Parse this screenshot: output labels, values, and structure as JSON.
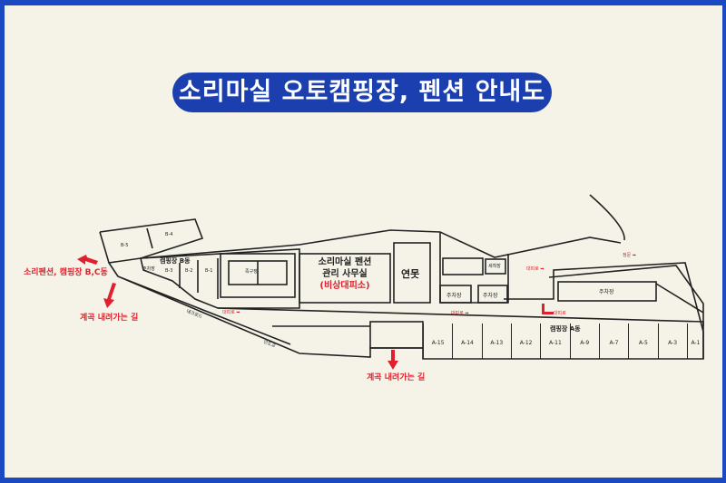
{
  "title": "소리마실 오토캠핑장, 펜션 안내도",
  "labels": {
    "office_line1": "소리마실 펜션",
    "office_line2": "관리 사무실",
    "shelter": "(비상대피소)",
    "pond": "연못",
    "campsite_b": "캠핑장 B동",
    "campsite_a": "캠핑장 A동",
    "soccer": "족구장",
    "parking": "주차장",
    "wash": "세척장",
    "deck": "데크로드",
    "bridge": "인도교",
    "to_bc": "소리펜션, 캠핑장 B,C동",
    "down_valley": "계곡 내려가는 길",
    "evac": "대피로",
    "gate": "정문"
  },
  "b_sites": [
    "B-5",
    "B-4",
    "B-3",
    "B-2",
    "B-1"
  ],
  "a_sites": [
    "A-15",
    "A-14",
    "A-13",
    "A-12",
    "A-11",
    "A-9",
    "A-7",
    "A-5",
    "A-3",
    "A-1"
  ],
  "colors": {
    "frame": "#1a49c2",
    "title_bg": "#1b3fae",
    "route": "#e0202e"
  }
}
